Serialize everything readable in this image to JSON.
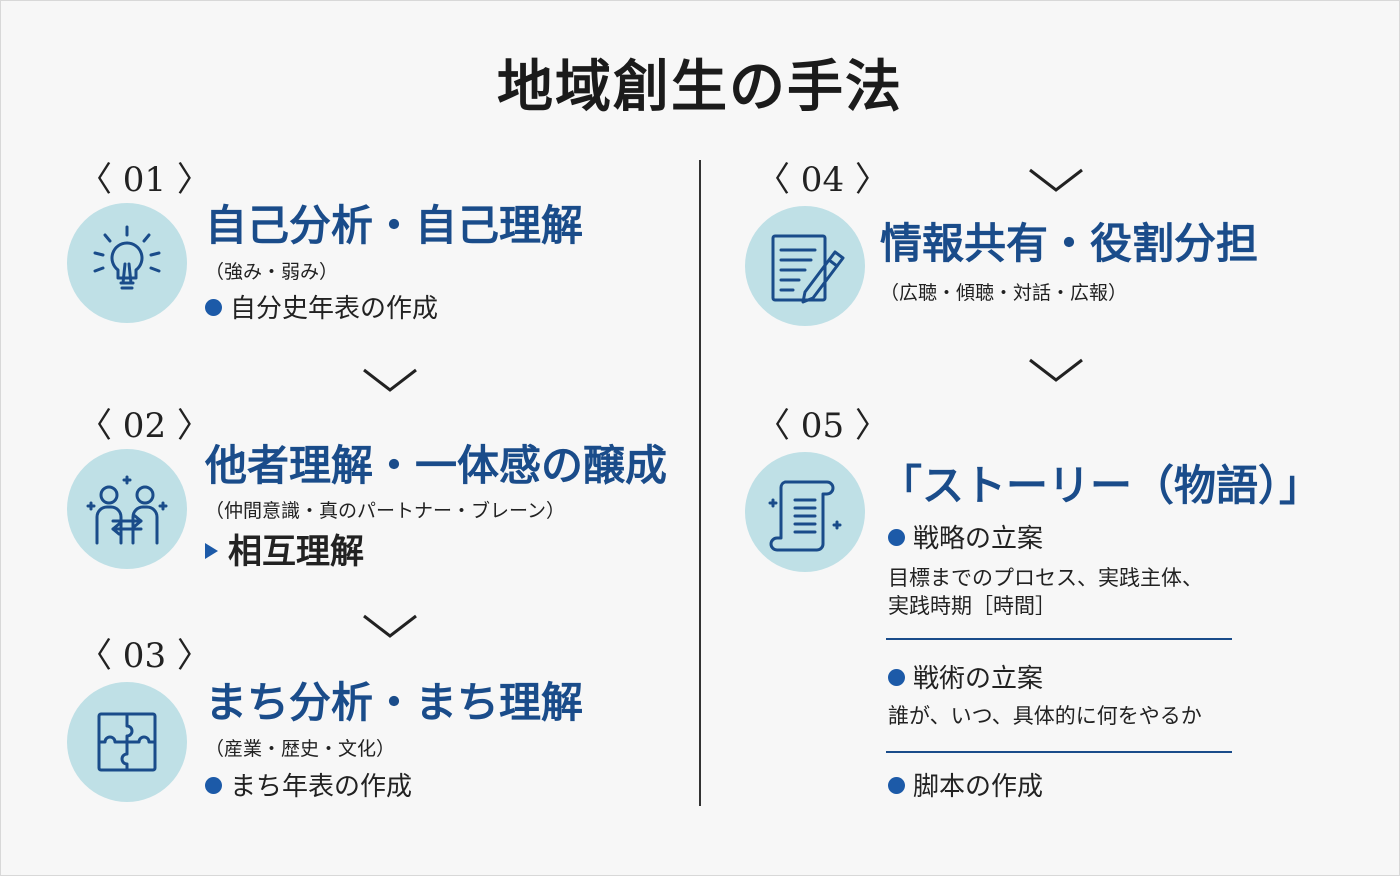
{
  "title": "地域創生の手法",
  "steps": [
    {
      "num": "〈 01 〉",
      "icon": "lightbulb-icon",
      "heading": "自己分析・自己理解",
      "sub": "（強み・弱み）",
      "item": "自分史年表の作成"
    },
    {
      "num": "〈 02 〉",
      "icon": "people-icon",
      "heading": "他者理解・一体感の醸成",
      "sub": "（仲間意識・真のパートナー・ブレーン）",
      "item": "相互理解"
    },
    {
      "num": "〈 03 〉",
      "icon": "puzzle-icon",
      "heading": "まち分析・まち理解",
      "sub": "（産業・歴史・文化）",
      "item": "まち年表の作成"
    },
    {
      "num": "〈 04 〉",
      "icon": "document-pen-icon",
      "heading": "情報共有・役割分担",
      "sub": "（広聴・傾聴・対話・広報）"
    },
    {
      "num": "〈 05 〉",
      "icon": "scroll-icon",
      "heading": "「ストーリー（物語）」",
      "items": [
        {
          "label": "戦略の立案",
          "desc": [
            "目標までのプロセス、実践主体、",
            "実践時期［時間］"
          ]
        },
        {
          "label": "戦術の立案",
          "desc": [
            "誰が、いつ、具体的に何をやるか"
          ]
        },
        {
          "label": "脚本の作成",
          "desc": []
        }
      ]
    }
  ],
  "colors": {
    "accent": "#1c5aa8",
    "heading": "#1a4c8a",
    "circle": "#bfe0e6",
    "background": "#f7f7f7"
  }
}
